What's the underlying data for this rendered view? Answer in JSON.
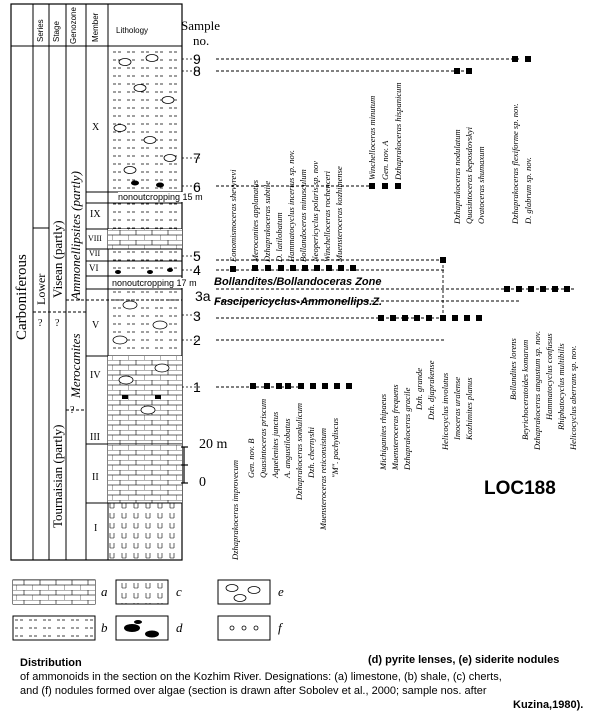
{
  "column_headers": {
    "series": "Series",
    "stage": "Stage",
    "genozone": "Genozone",
    "member": "Member",
    "lithology": "Lithology",
    "sample": "Sample",
    "sample_no": "no."
  },
  "stratigraphy": {
    "system": "Carboniferous",
    "series_lower": "Lower",
    "series_question": "?",
    "stage_upper": "Visean (partly)",
    "stage_lower": "Tournaisian (partly)",
    "genozone_upper": "Ammonellipsites (partly)",
    "genozone_lower": "Merocanites",
    "q1": "?",
    "q2": "?"
  },
  "members": [
    "X",
    "IX",
    "VIII",
    "VII",
    "VI",
    "V",
    "IV",
    "III",
    "II",
    "I"
  ],
  "samples": [
    "9",
    "8",
    "7",
    "6",
    "5",
    "4",
    "3a",
    "3",
    "2",
    "1"
  ],
  "scale": {
    "top": "20 m",
    "bottom": "0"
  },
  "outcrops": {
    "upper": "nonoutcropping 15 m",
    "lower": "nonoutcropping 17 m"
  },
  "zones": {
    "bollandites": "Bollandites/Bollandoceras Zone",
    "fascipericyclus": "Fascipericyclus-Ammonellips.Z."
  },
  "species_lower": [
    "Dzhaprakoceras improvecum",
    "Gen. nov. B",
    "Quasintoceras priscum",
    "Aquelenites junctus",
    "A. angustilobatus",
    "Dzhaprakoceras sonkulicum",
    "Dzh. chernyshi",
    "Muensteroceras reticonsistum",
    "\"M\". pachydiscus"
  ],
  "species_mid": [
    "Eonomismoceras shevyrevi",
    "Merocanites applanatus",
    "Dzhaprakoceras subtile",
    "D. latilobatum",
    "Hammatocyclus incertus sp. nov.",
    "Bollandoceras minusculum",
    "Neopericyclus polaris sp. nov",
    "Winchelloceras rochenceri",
    "Muensteroceras kozhimense"
  ],
  "species_zone": [
    "Michiganites rhipaeus",
    "Muensteroceras frequens",
    "Dzhaprakoceras gracile",
    "Dzh. grande",
    "Dzh. djaprakense",
    "Helicocyclus involutus",
    "Imoceras uralense",
    "Kozhimites planus"
  ],
  "species_upper": [
    "Winchelloceras minutum",
    "Gen. nov. A",
    "Dzhaprakoceras hispanicum"
  ],
  "species_top": [
    "Dzhaprakoceras nodulatum",
    "Quasintoceras beposdovskyi",
    "Ovatoceras shumaxum",
    "Dzhaprakoceras flexiforme sp. nov.",
    "D. glabrum sp. nov."
  ],
  "species_right": [
    "Bollandites lorens",
    "Beyrichoceratoides komarum",
    "Dzhaprakoceras angustum sp. nov.",
    "Hammatocyclus confusus",
    "Rhiphatocyclus multibilis",
    "Helicocyclus aberrans sp. nov."
  ],
  "legend": {
    "a": "a",
    "b": "b",
    "c": "c",
    "d": "d",
    "e": "e",
    "f": "f"
  },
  "locality": "LOC188",
  "caption": {
    "right_note": "(d) pyrite lenses, (e) siderite nodules",
    "word": "Distribution",
    "line1": "of ammonoids in the section on the Kozhim River. Designations: (a) limestone, (b) shale, (c) cherts,",
    "line2": "and (f) nodules formed over algae (section is drawn after Sobolev et al., 2000; sample nos. after",
    "line3": "Kuzina,1980)."
  }
}
